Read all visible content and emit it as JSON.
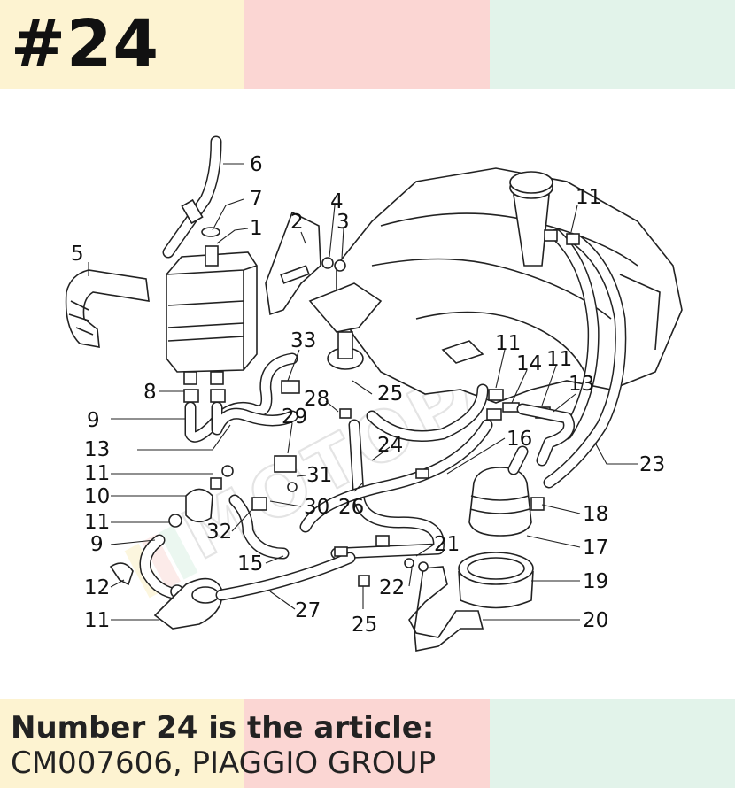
{
  "header": {
    "ref_number": "#24"
  },
  "caption": {
    "line1": "Number 24 is the article:",
    "line2": "CM007606, PIAGGIO GROUP"
  },
  "watermark": "MOTOPARTS",
  "colors": {
    "band_yellow": "#fdf3d1",
    "band_pink": "#fbd6d3",
    "band_green": "#e2f3ea"
  },
  "callouts": [
    "6",
    "7",
    "1",
    "5",
    "2",
    "4",
    "3",
    "11",
    "33",
    "8",
    "28",
    "25",
    "11",
    "14",
    "11",
    "13",
    "9",
    "29",
    "13",
    "24",
    "16",
    "11",
    "31",
    "10",
    "30",
    "26",
    "23",
    "11",
    "32",
    "9",
    "15",
    "21",
    "18",
    "17",
    "12",
    "22",
    "19",
    "11",
    "27",
    "25",
    "20"
  ]
}
